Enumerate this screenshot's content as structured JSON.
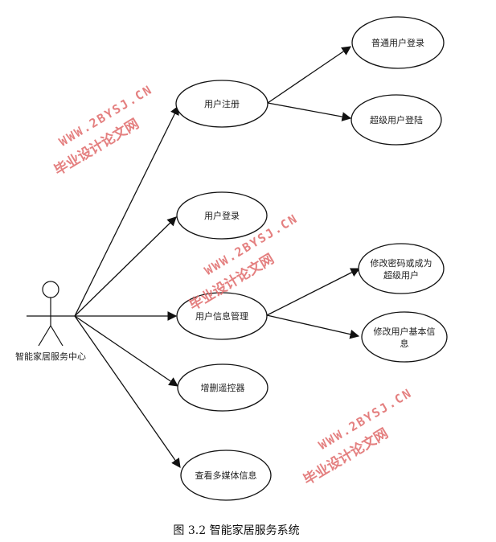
{
  "actor": {
    "label": "智能家居服务中心"
  },
  "use_cases": {
    "register": "用户注册",
    "login": "用户登录",
    "info_mgmt": "用户信息管理",
    "remote": "增删遥控器",
    "media": "查看多媒体信息",
    "normal_login": "普通用户登录",
    "super_login": "超级用户登陆",
    "change_pwd_line1": "修改密码或成为",
    "change_pwd_line2": "超级用户",
    "basic_info_line1": "修改用户基本信",
    "basic_info_line2": "息"
  },
  "watermark": {
    "cn": "毕业设计论文网",
    "url": "WWW.2BYSJ.CN"
  },
  "caption": "图 3.2 智能家居服务系统",
  "colors": {
    "line": "#111111",
    "watermark": "#e06a6a"
  }
}
